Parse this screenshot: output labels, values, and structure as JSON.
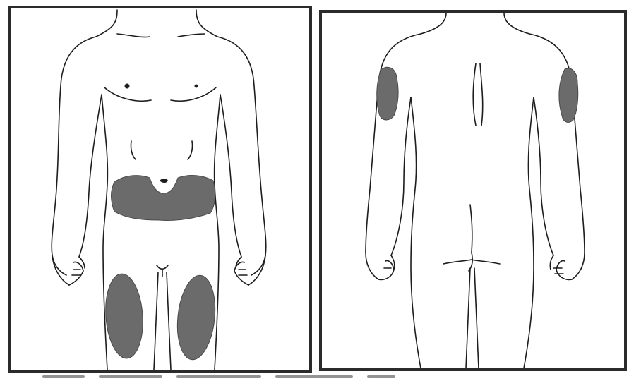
{
  "figure": {
    "views": [
      {
        "id": "front",
        "caption": ""
      },
      {
        "id": "back",
        "caption": ""
      }
    ],
    "colors": {
      "zone_fill": "#6b6b6b",
      "outline": "#1d1d1d",
      "frame": "#2b2b2b",
      "background": "#ffffff"
    },
    "injection_zones": {
      "front": [
        "abdomen",
        "left-thigh",
        "right-thigh"
      ],
      "back": [
        "left-upper-arm",
        "right-upper-arm"
      ]
    }
  }
}
